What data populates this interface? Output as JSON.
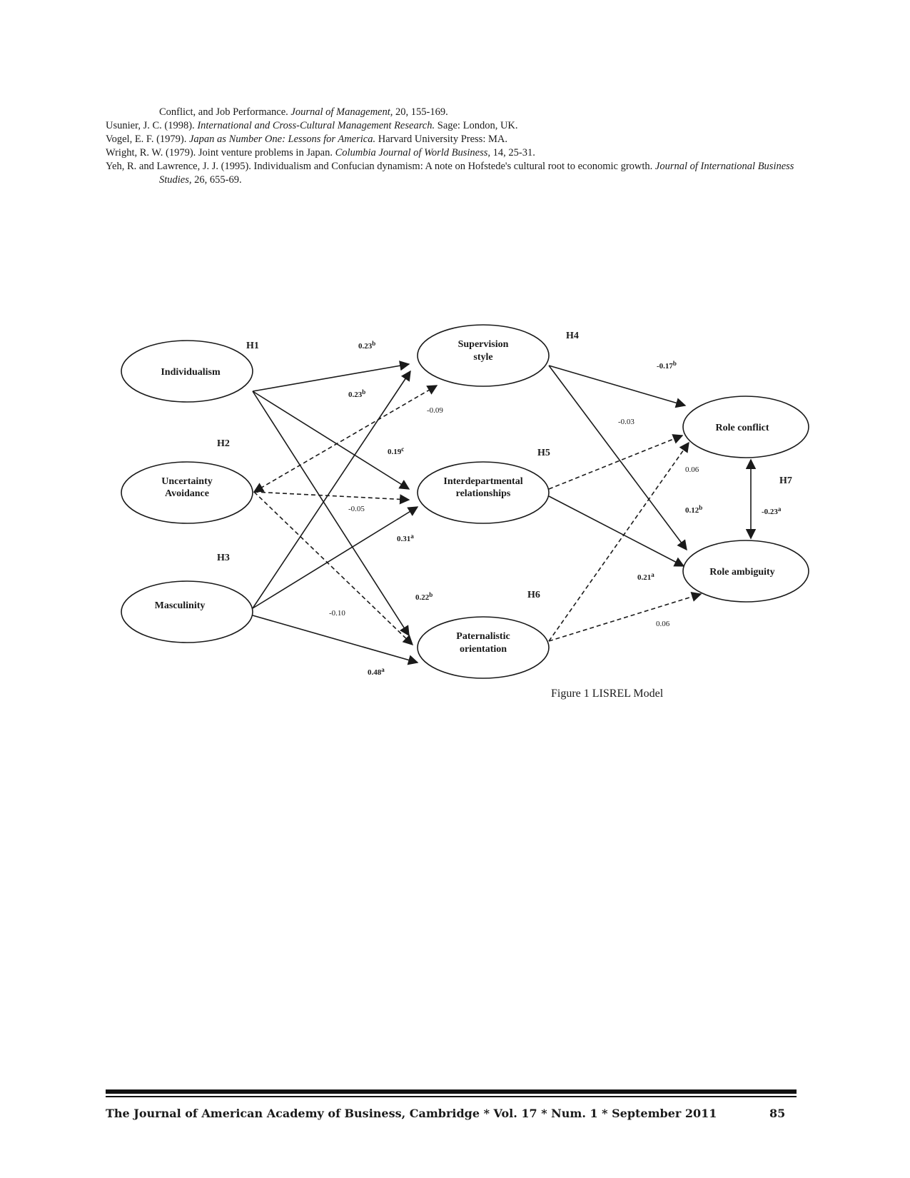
{
  "references": [
    {
      "parts": [
        "Conflict, and Job Performance. ",
        "Journal of Management,",
        " 20, 155-169."
      ],
      "continuation": true
    },
    {
      "parts": [
        "Usunier, J. C. (1998). ",
        "International and Cross-Cultural Management Research.",
        " Sage: London, UK."
      ],
      "continuation": false
    },
    {
      "parts": [
        "Vogel, E. F. (1979). ",
        "Japan as Number One: Lessons for America.",
        " Harvard University Press: MA."
      ],
      "continuation": false
    },
    {
      "parts": [
        "Wright, R. W. (1979). Joint venture problems in Japan. ",
        "Columbia Journal of World Business",
        ", 14, 25-31."
      ],
      "continuation": false
    },
    {
      "parts": [
        "Yeh, R. and Lawrence, J. J. (1995). Individualism and Confucian dynamism: A note on Hofstede's cultural root to economic growth. ",
        "Journal of International Business Studies,",
        " 26, 655-69."
      ],
      "continuation": false
    }
  ],
  "diagram": {
    "nodes": {
      "individualism": [
        "Individualism"
      ],
      "uncertainty": [
        "Uncertainty",
        "Avoidance"
      ],
      "masculinity": [
        "Masculinity"
      ],
      "supervision": [
        "Supervision",
        "style"
      ],
      "interdepartmental": [
        "Interdepartmental",
        "relationships"
      ],
      "paternalistic": [
        "Paternalistic",
        "orientation"
      ],
      "role_conflict": [
        "Role conflict"
      ],
      "role_ambiguity": [
        "Role ambiguity"
      ]
    },
    "hypotheses": {
      "h1": "H1",
      "h2": "H2",
      "h3": "H3",
      "h4": "H4",
      "h5": "H5",
      "h6": "H6",
      "h7": "H7"
    },
    "coefficients": {
      "ind_sup": {
        "value": "0.23",
        "sup": "b"
      },
      "ind_int": {
        "value": "0.23",
        "sup": "b"
      },
      "ind_pat": {
        "value": "0.19",
        "sup": "c"
      },
      "unc_sup": {
        "value": "-0.09",
        "sup": ""
      },
      "unc_int": {
        "value": "-0.05",
        "sup": ""
      },
      "unc_pat": {
        "value": "-0.10",
        "sup": ""
      },
      "mas_int": {
        "value": "0.31",
        "sup": "a"
      },
      "mas_sup": {
        "value": "0.22",
        "sup": "b"
      },
      "mas_pat": {
        "value": "0.48",
        "sup": "a"
      },
      "sup_rc": {
        "value": "-0.17",
        "sup": "b"
      },
      "sup_ra": {
        "value": "-0.03",
        "sup": ""
      },
      "int_rc": {
        "value": "0.06",
        "sup": ""
      },
      "int_ra": {
        "value": "0.12",
        "sup": "b"
      },
      "pat_rc": {
        "value": "0.21",
        "sup": "a"
      },
      "pat_ra": {
        "value": "0.06",
        "sup": ""
      },
      "rc_ra": {
        "value": "-0.23",
        "sup": "a"
      }
    },
    "caption": "Figure 1 LISREL Model"
  },
  "footer": {
    "journal": "The Journal of American Academy of Business, Cambridge  *  Vol. 17  *  Num. 1  *  September  2011",
    "page": "85"
  }
}
